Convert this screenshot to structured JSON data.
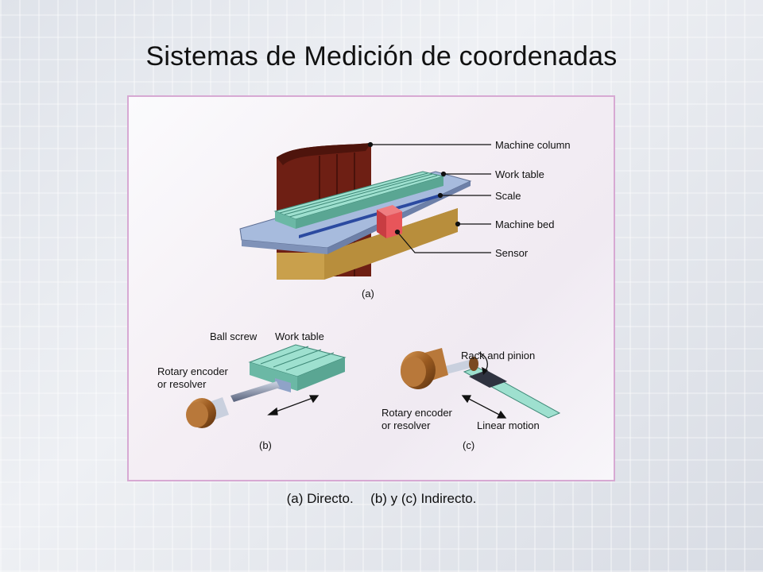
{
  "slide": {
    "title": "Sistemas de Medición de coordenadas",
    "caption": {
      "part_a": "(a)  Directo.",
      "part_bc": "(b) y (c) Indirecto."
    }
  },
  "figure": {
    "diagram_a": {
      "labels": {
        "machine_column": "Machine column",
        "work_table": "Work table",
        "scale": "Scale",
        "machine_bed": "Machine bed",
        "sensor": "Sensor"
      },
      "sublabel": "(a)"
    },
    "diagram_b": {
      "labels": {
        "ball_screw": "Ball screw",
        "work_table": "Work table",
        "rotary_encoder_line1": "Rotary encoder",
        "rotary_encoder_line2": "or resolver"
      },
      "sublabel": "(b)"
    },
    "diagram_c": {
      "labels": {
        "rack_and_pinion": "Rack and pinion",
        "rotary_encoder_line1": "Rotary encoder",
        "rotary_encoder_line2": "or resolver",
        "linear_motion": "Linear motion"
      },
      "sublabel": "(c)"
    },
    "colors": {
      "column": "#7a2316",
      "table_green": "#8fd6c4",
      "base_blue": "#9eb4d8",
      "bed_tan": "#c8a04c",
      "sensor_red": "#e8555a",
      "encoder_bronze": "#a86a2a"
    }
  }
}
